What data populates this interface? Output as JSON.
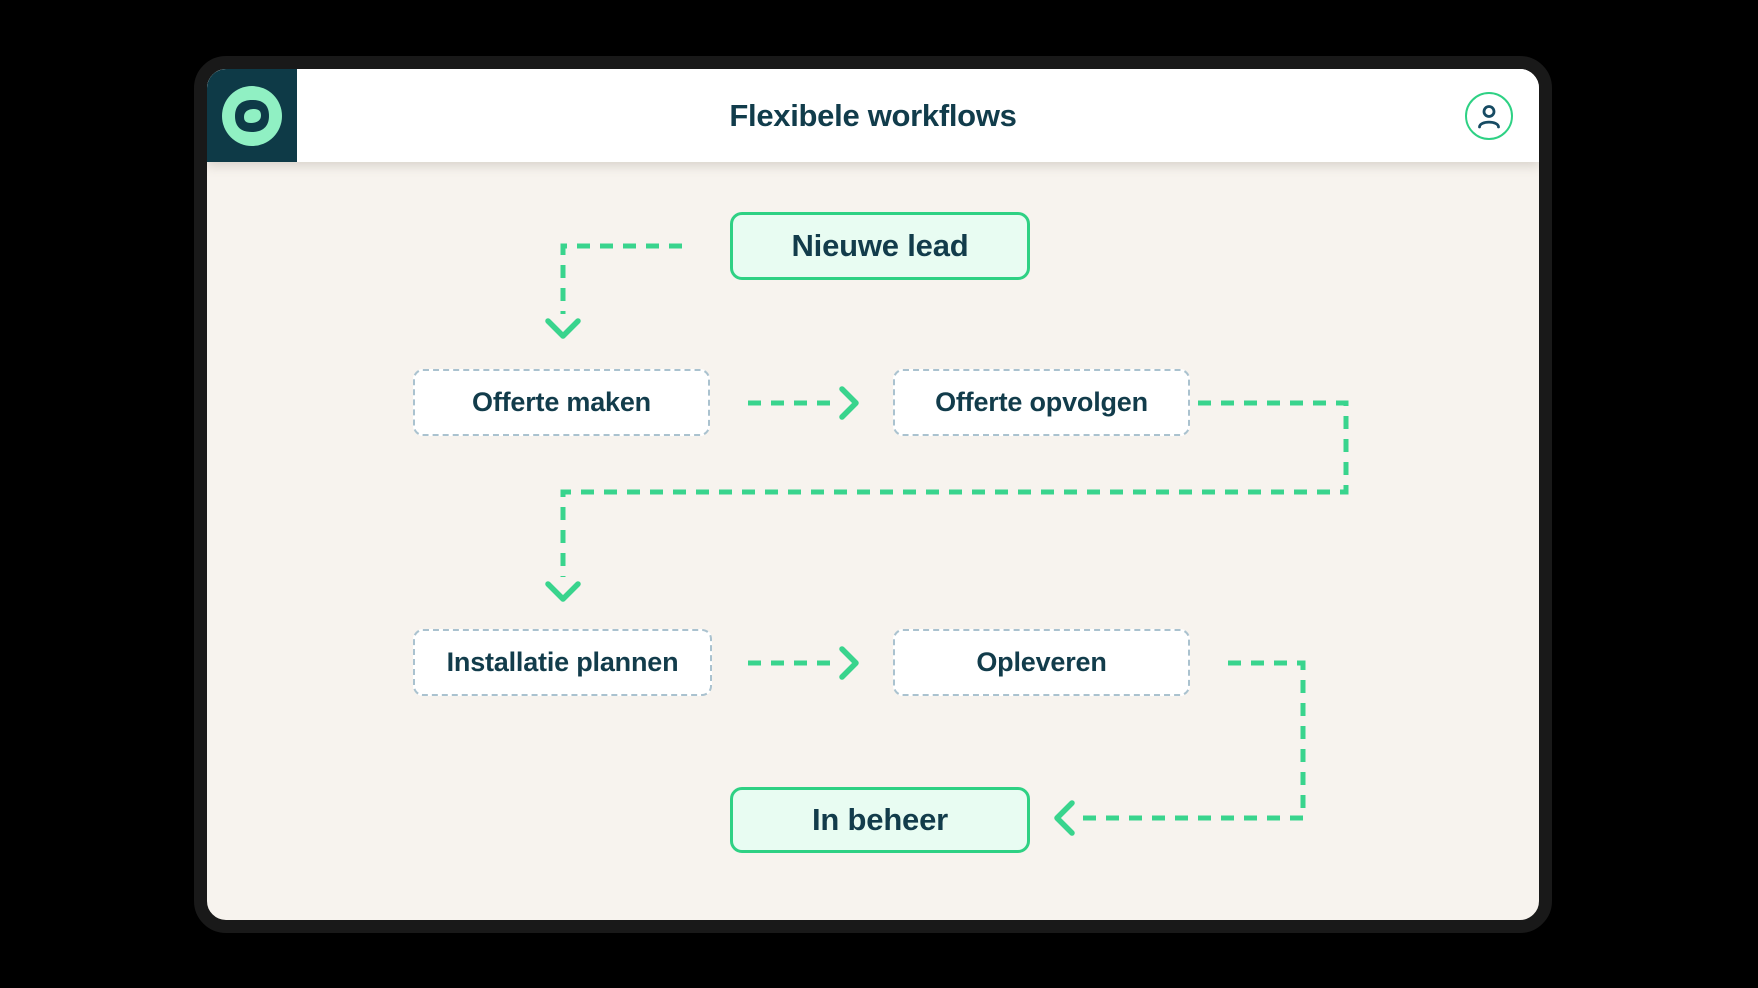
{
  "window": {
    "header": {
      "title": "Flexibele workflows",
      "logo_icon": "speech-bubble-logo",
      "user_icon": "user-avatar"
    },
    "colors": {
      "outside_bg": "#000000",
      "frame": "#191919",
      "header_bg": "#ffffff",
      "logo_block_bg": "#0e3a47",
      "logo_mint": "#90f0c3",
      "canvas_bg": "#f7f3ee",
      "accent_green": "#2ed184",
      "dash_green": "#39d48d",
      "dash_gray": "#aac2cf",
      "text_dark": "#123c4b",
      "highlight_node_fill": "#e8fcf2",
      "dashed_node_fill": "#ffffff"
    }
  },
  "diagram": {
    "nodes": [
      {
        "id": "nieuwe-lead",
        "label": "Nieuwe lead",
        "style": "highlight"
      },
      {
        "id": "offerte-maken",
        "label": "Offerte maken",
        "style": "dashed"
      },
      {
        "id": "offerte-opvolgen",
        "label": "Offerte opvolgen",
        "style": "dashed"
      },
      {
        "id": "installatie-plannen",
        "label": "Installatie plannen",
        "style": "dashed"
      },
      {
        "id": "opleveren",
        "label": "Opleveren",
        "style": "dashed"
      },
      {
        "id": "in-beheer",
        "label": "In beheer",
        "style": "highlight"
      }
    ],
    "edges": [
      {
        "from": "Nieuwe lead",
        "to": "Offerte maken"
      },
      {
        "from": "Offerte maken",
        "to": "Offerte opvolgen"
      },
      {
        "from": "Offerte opvolgen",
        "to": "Installatie plannen"
      },
      {
        "from": "Installatie plannen",
        "to": "Opleveren"
      },
      {
        "from": "Opleveren",
        "to": "In beheer"
      }
    ]
  }
}
